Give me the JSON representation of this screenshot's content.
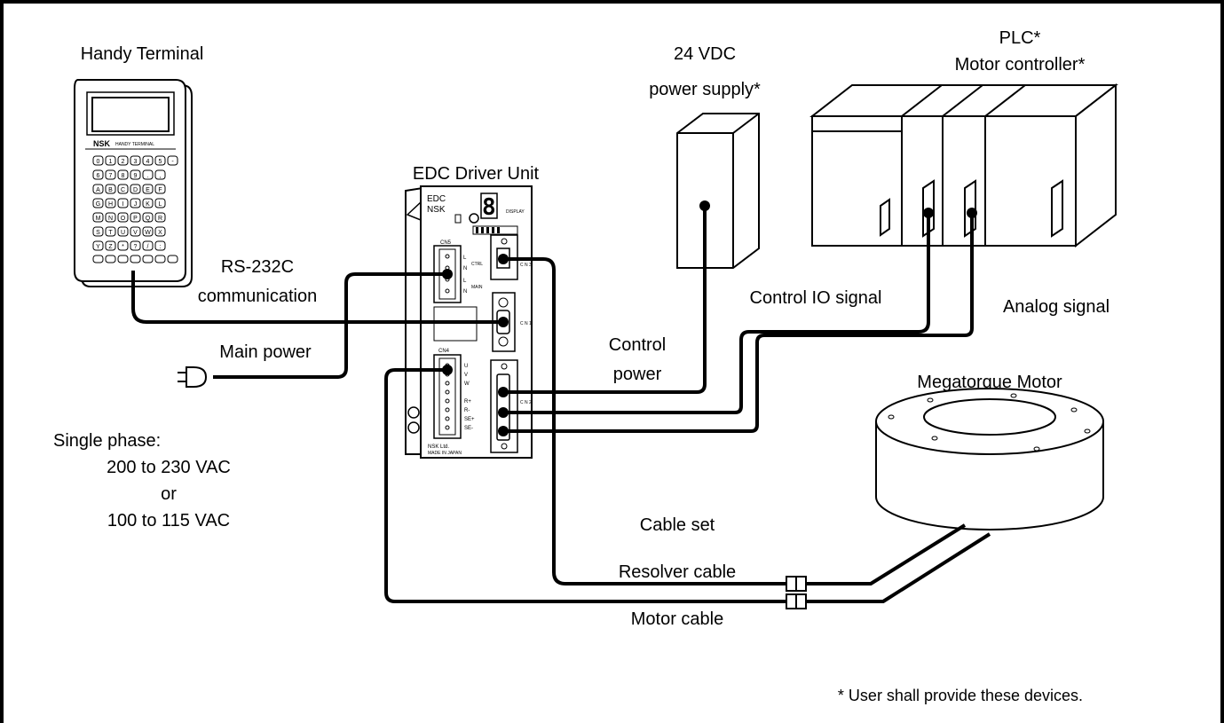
{
  "labels": {
    "handy_terminal": "Handy Terminal",
    "edc_driver_unit": "EDC Driver Unit",
    "power_supply_line1": "24 VDC",
    "power_supply_line2": "power supply*",
    "plc_line1": "PLC*",
    "plc_line2": "Motor controller*",
    "rs232_line1": "RS-232C",
    "rs232_line2": "communication",
    "main_power": "Main power",
    "control_io_signal": "Control IO signal",
    "analog_signal": "Analog signal",
    "control_power_line1": "Control",
    "control_power_line2": "power",
    "megatorque_motor": "Megatorque Motor",
    "single_phase": "Single phase:",
    "voltage_1": "200 to 230 VAC",
    "voltage_or": "or",
    "voltage_2": "100 to 115 VAC",
    "cable_set": "Cable set",
    "resolver_cable": "Resolver cable",
    "motor_cable": "Motor cable",
    "footnote": "* User shall provide these devices."
  },
  "terminal": {
    "brand": "NSK",
    "model": "HANDY TERMINAL",
    "keys_row1": [
      "0",
      "1",
      "2",
      "3",
      "4",
      "5",
      "-"
    ],
    "keys_row2": [
      "6",
      "7",
      "8",
      "9",
      ".",
      ","
    ],
    "keys_row3": [
      "A",
      "B",
      "C",
      "D",
      "E",
      "F"
    ],
    "keys_row4": [
      "G",
      "H",
      "I",
      "J",
      "K",
      "L"
    ],
    "keys_row5": [
      "M",
      "N",
      "O",
      "P",
      "Q",
      "R"
    ],
    "keys_row6": [
      "S",
      "T",
      "U",
      "V",
      "W",
      "X"
    ],
    "keys_row7": [
      "Y",
      "Z",
      "*",
      "?",
      "/",
      ":"
    ]
  },
  "driver": {
    "model_line1": "EDC",
    "model_line2": "NSK",
    "display_label": "DISPLAY",
    "display_digit": "8",
    "cn5": "CN5",
    "cn4": "CN4",
    "cn3": "C N 3",
    "cn1": "C N 1",
    "cn2": "C N 2",
    "ctrl": "CTRL",
    "main": "MAIN",
    "l": "L",
    "n": "N",
    "motor_pins": [
      "U",
      "V",
      "W"
    ],
    "resolver_pins": [
      "R+",
      "R-",
      "SE+",
      "SE-"
    ],
    "maker_line1": "NSK Ltd.",
    "maker_line2": "MADE IN JAPAN"
  }
}
